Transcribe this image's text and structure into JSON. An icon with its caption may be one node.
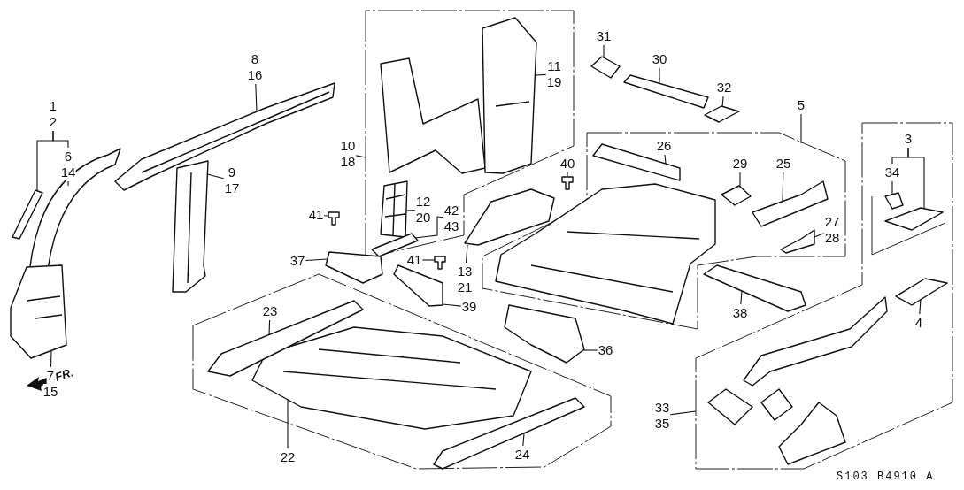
{
  "diagram": {
    "nodes": [
      {
        "text": [],
        "shape": "box"
      },
      {
        "text": [],
        "shape": "box"
      },
      {
        "text": [],
        "shape": "box"
      },
      {
        "text": [
          "8",
          "16"
        ]
      },
      {
        "text": [
          "31"
        ]
      },
      {
        "text": [
          "11",
          "19"
        ],
        "in": 0
      },
      {
        "text": [
          "1",
          "2"
        ]
      },
      {
        "text": [
          "5"
        ]
      },
      {
        "text": [
          "6",
          "14"
        ]
      },
      {
        "text": [
          "10",
          "18"
        ]
      },
      {
        "text": [
          "26"
        ],
        "in": 1
      },
      {
        "text": [
          "30"
        ]
      },
      {
        "text": [
          "32"
        ]
      },
      {
        "text": [
          "3"
        ],
        "in": 2
      },
      {
        "text": [
          "29"
        ],
        "in": 1
      },
      {
        "text": [
          "25"
        ],
        "in": 1
      },
      {
        "text": [
          "40"
        ]
      },
      {
        "text": [
          "34"
        ],
        "in": 2
      },
      {
        "text": [
          "9",
          "17"
        ]
      },
      {
        "text": [
          "12",
          "20"
        ],
        "in": 0
      },
      {
        "text": [
          "42",
          "43"
        ],
        "in": 0
      },
      {
        "text": [
          "41"
        ]
      },
      {
        "text": [
          "27",
          "28"
        ],
        "in": 1
      },
      {
        "text": [
          "37"
        ]
      },
      {
        "text": [
          "41"
        ]
      },
      {
        "text": [
          "13",
          "21"
        ]
      },
      {
        "text": [
          "38"
        ]
      },
      {
        "text": [
          "39"
        ]
      },
      {
        "text": [
          "23"
        ]
      },
      {
        "text": [
          "36"
        ]
      },
      {
        "text": [
          "4"
        ],
        "in": 2
      },
      {
        "text": [
          "7",
          "15"
        ]
      },
      {
        "text": [
          "33",
          "35"
        ]
      },
      {
        "text": [
          "22"
        ]
      },
      {
        "text": [
          "24"
        ]
      },
      {
        "text": [],
        "shape": "picture"
      },
      {
        "text": [],
        "shape": "picture"
      },
      {
        "text": [],
        "shape": "picture"
      },
      {
        "text": [],
        "shape": "picture"
      },
      {
        "text": [],
        "shape": "picture"
      },
      {
        "text": [],
        "shape": "picture",
        "in": 0
      },
      {
        "text": [],
        "shape": "picture",
        "in": 0
      },
      {
        "text": [],
        "shape": "picture",
        "in": 0
      },
      {
        "text": [],
        "shape": "picture",
        "in": 0
      },
      {
        "text": [],
        "shape": "picture"
      },
      {
        "text": [],
        "shape": "picture"
      },
      {
        "text": [],
        "shape": "picture"
      },
      {
        "text": [],
        "shape": "picture"
      },
      {
        "text": [],
        "shape": "picture"
      },
      {
        "text": [],
        "shape": "picture"
      },
      {
        "text": [],
        "shape": "picture",
        "in": 1
      },
      {
        "text": [],
        "shape": "picture",
        "in": 1
      },
      {
        "text": [],
        "shape": "picture",
        "in": 1
      },
      {
        "text": [],
        "shape": "picture",
        "in": 1
      },
      {
        "text": [],
        "shape": "picture",
        "in": 1
      },
      {
        "text": [],
        "shape": "picture"
      },
      {
        "text": [],
        "shape": "picture"
      },
      {
        "text": [],
        "shape": "picture"
      },
      {
        "text": [],
        "shape": "picture"
      },
      {
        "text": [],
        "shape": "picture"
      },
      {
        "text": [],
        "shape": "picture",
        "in": 2
      },
      {
        "text": [],
        "shape": "picture",
        "in": 2
      },
      {
        "text": [],
        "shape": "picture",
        "in": 2
      },
      {
        "text": [],
        "shape": "picture",
        "in": 2
      },
      {
        "text": [],
        "shape": "picture",
        "in": 2
      },
      {
        "text": [],
        "shape": "picture",
        "in": 2
      },
      {
        "text": [],
        "shape": "picture",
        "in": 2
      },
      {
        "text": [],
        "shape": "picture"
      },
      {
        "text": [],
        "shape": "picture"
      },
      {
        "text": [],
        "shape": "picture"
      }
    ],
    "edges": [
      {
        "from": 3,
        "to": 38,
        "arrow": "none"
      },
      {
        "from": 4,
        "to": 56,
        "arrow": "none"
      },
      {
        "from": 5,
        "to": 41,
        "arrow": "none"
      },
      {
        "from": 6,
        "to": 35,
        "arrow": "none"
      },
      {
        "from": 6,
        "to": 8,
        "arrow": "none"
      },
      {
        "from": 8,
        "to": 36,
        "arrow": "none"
      },
      {
        "from": 7,
        "to": 1,
        "arrow": "none"
      },
      {
        "from": 9,
        "to": 0,
        "arrow": "none"
      },
      {
        "from": 10,
        "to": 51,
        "arrow": "none"
      },
      {
        "from": 11,
        "to": 55,
        "arrow": "none"
      },
      {
        "from": 12,
        "to": 57,
        "arrow": "none"
      },
      {
        "from": 13,
        "to": 17,
        "arrow": "none"
      },
      {
        "from": 13,
        "to": 60,
        "arrow": "none"
      },
      {
        "from": 14,
        "to": 52,
        "arrow": "none"
      },
      {
        "from": 15,
        "to": 53,
        "arrow": "none"
      },
      {
        "from": 16,
        "to": 46,
        "arrow": "none"
      },
      {
        "from": 17,
        "to": 61,
        "arrow": "none"
      },
      {
        "from": 18,
        "to": 39,
        "arrow": "none"
      },
      {
        "from": 19,
        "to": 42,
        "arrow": "none"
      },
      {
        "from": 20,
        "to": 43,
        "arrow": "none"
      },
      {
        "from": 21,
        "to": 44,
        "arrow": "none"
      },
      {
        "from": 22,
        "to": 54,
        "arrow": "none"
      },
      {
        "from": 23,
        "to": 47,
        "arrow": "none"
      },
      {
        "from": 24,
        "to": 45,
        "arrow": "none"
      },
      {
        "from": 25,
        "to": 49,
        "arrow": "none"
      },
      {
        "from": 26,
        "to": 59,
        "arrow": "none"
      },
      {
        "from": 27,
        "to": 48,
        "arrow": "none"
      },
      {
        "from": 28,
        "to": 68,
        "arrow": "none"
      },
      {
        "from": 29,
        "to": 58,
        "arrow": "none"
      },
      {
        "from": 30,
        "to": 62,
        "arrow": "none"
      },
      {
        "from": 31,
        "to": 37,
        "arrow": "none"
      },
      {
        "from": 32,
        "to": 2,
        "arrow": "none"
      },
      {
        "from": 33,
        "to": 67,
        "arrow": "none"
      },
      {
        "from": 34,
        "to": 69,
        "arrow": "none"
      }
    ],
    "labels": [
      "FR.",
      "S103 B4910 A"
    ]
  }
}
